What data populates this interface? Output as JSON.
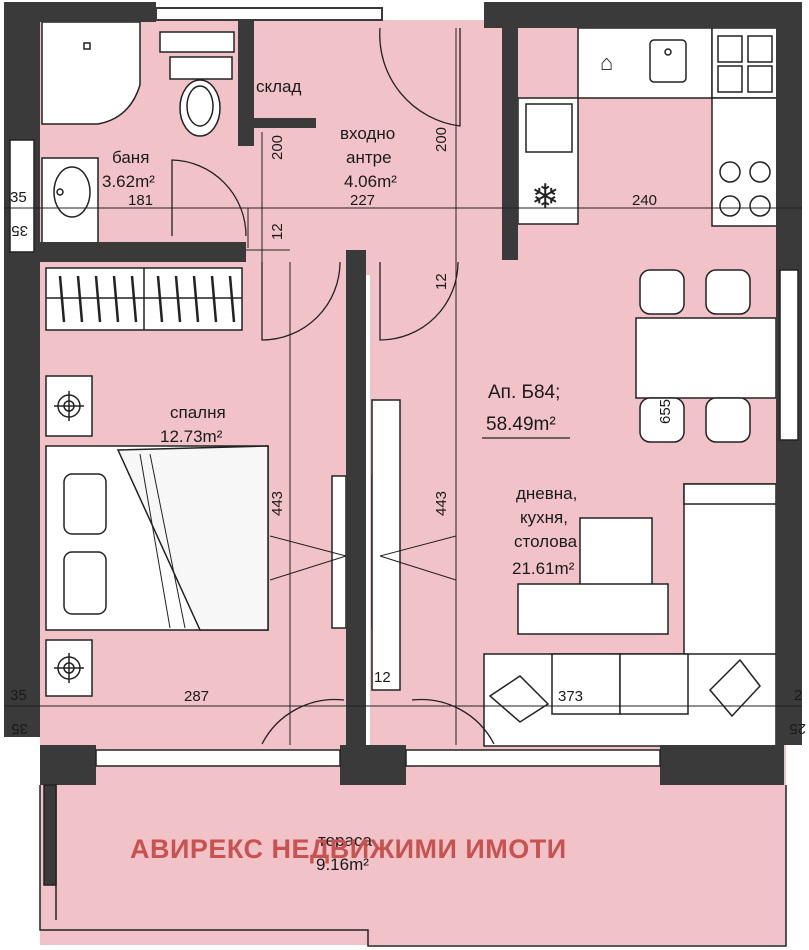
{
  "apartment": {
    "name": "Ап. Б84;",
    "area": "58.49m²"
  },
  "rooms": {
    "bathroom": {
      "name": "баня",
      "area": "3.62m²"
    },
    "storage": {
      "name": "склад"
    },
    "hall": {
      "name_line1": "входно",
      "name_line2": "антре",
      "area": "4.06m²"
    },
    "bedroom": {
      "name": "спалня",
      "area": "12.73m²"
    },
    "living": {
      "line1": "дневна,",
      "line2": "кухня,",
      "line3": "столова",
      "area": "21.61m²"
    },
    "terrace": {
      "name": "тераса",
      "area": "9.16m²"
    }
  },
  "dimensions": {
    "bath_width": "181",
    "hall_width": "227",
    "living_width": "240",
    "bath_height": "200",
    "hall_height": "200",
    "wall_left": "12",
    "wall_right": "12",
    "bedroom_depth": "443",
    "living_depth": "443",
    "bedroom_width": "287",
    "living_bottom_width": "373",
    "partition": "12",
    "table": "655",
    "left_top": "35",
    "left_top_rot": "35",
    "left_bottom": "35",
    "left_bottom_rot": "35",
    "right_bottom_rot": "25",
    "right_bottom_cut": "2"
  },
  "watermark": "АВИРЕКС НЕДВИЖИМИ ИМОТИ",
  "colors": {
    "floor": "#f1c3c8",
    "wall": "#3a3a3a",
    "fixture": "#ffffff",
    "line": "#222222",
    "watermark": "#c8524f"
  }
}
